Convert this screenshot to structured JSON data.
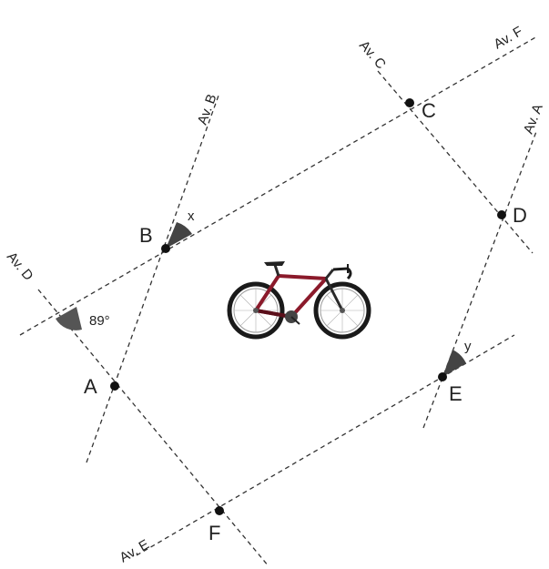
{
  "points": {
    "A": "A",
    "B": "B",
    "C": "C",
    "D": "D",
    "E": "E",
    "F": "F"
  },
  "streets": {
    "av_a": "Av. A",
    "av_b": "Av. B",
    "av_c": "Av. C",
    "av_d": "Av. D",
    "av_e": "Av. E",
    "av_f": "Av. F"
  },
  "angles": {
    "at_a": "89°",
    "at_b": "x",
    "at_e": "y"
  },
  "image": {
    "icon": "bicycle-icon",
    "frame_color": "#8b1a2b",
    "tire_color": "#1a1a1a"
  }
}
